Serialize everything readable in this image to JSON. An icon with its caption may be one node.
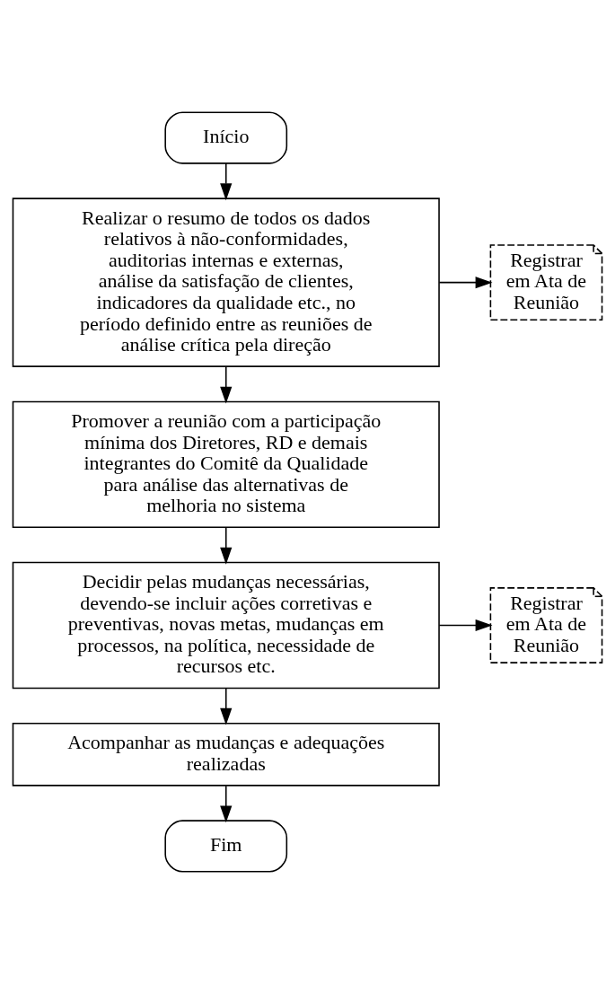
{
  "diagram": {
    "nodes": [
      {
        "text": [
          "Início"
        ]
      },
      {
        "text": [
          "Realizar o resumo de todos os dados relativos à não-conformidades, auditorias internas e externas, análise da satisfação de clientes, indicadores da qualidade etc., no período definido entre as reuniões de análise crítica pela direção"
        ]
      },
      {
        "text": [
          "Registrar em Ata de Reunião"
        ]
      },
      {
        "text": [
          "Promover a reunião com a participação mínima dos Diretores, RD e demais integrantes do Comitê da Qualidade para análise das alternativas de melhoria no sistema"
        ]
      },
      {
        "text": [
          "Decidir pelas mudanças necessárias, devendo-se incluir ações corretivas e preventivas, novas metas, mudanças em processos, na política, necessidade de recursos etc."
        ]
      },
      {
        "text": [
          "Registrar em Ata de Reunião"
        ]
      },
      {
        "text": [
          "Acompanhar as mudanças e adequações realizadas"
        ]
      },
      {
        "text": [
          "Fim"
        ]
      }
    ],
    "edges": [
      {
        "from": 0,
        "to": 1,
        "arrow": "to"
      },
      {
        "from": 1,
        "to": 2,
        "arrow": "to"
      },
      {
        "from": 1,
        "to": 3,
        "arrow": "to"
      },
      {
        "from": 3,
        "to": 4,
        "arrow": "to"
      },
      {
        "from": 4,
        "to": 5,
        "arrow": "to"
      },
      {
        "from": 4,
        "to": 6,
        "arrow": "to"
      },
      {
        "from": 6,
        "to": 7,
        "arrow": "to"
      }
    ]
  }
}
